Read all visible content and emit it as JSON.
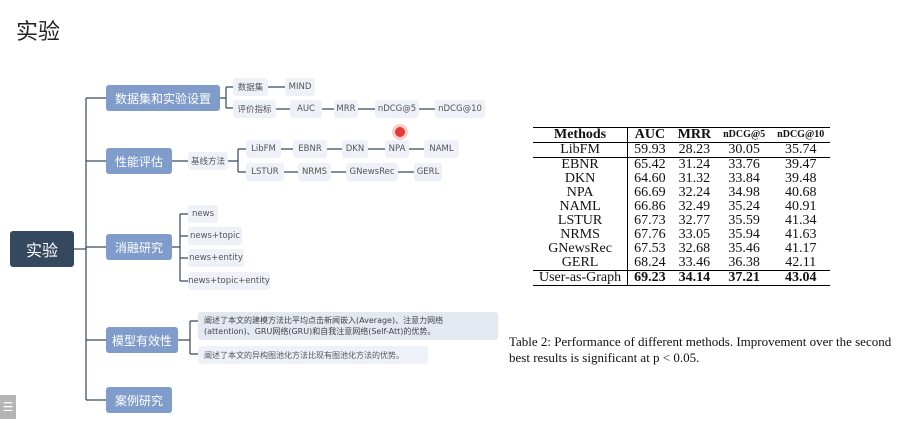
{
  "title": "实验",
  "mindmap": {
    "root": "实验",
    "dataset_node": "数据集和实验设置",
    "dataset_label": "数据集",
    "dataset_value": "MIND",
    "metric_label": "评价指标",
    "metrics": [
      "AUC",
      "MRR",
      "nDCG@5",
      "nDCG@10"
    ],
    "perf_node": "性能评估",
    "baseline_label": "基线方法",
    "baselines_row1": [
      "LibFM",
      "EBNR",
      "DKN",
      "NPA",
      "NAML"
    ],
    "baselines_row2": [
      "LSTUR",
      "NRMS",
      "GNewsRec",
      "GERL"
    ],
    "ablation_node": "消融研究",
    "ablation_items": [
      "news",
      "news+topic",
      "news+entity",
      "news+topic+entity"
    ],
    "model_node": "模型有效性",
    "model_notes": [
      "阐述了本文的建模方法比平均点击新闻嵌入(Average)、注意力网络(attention)、GRU网络(GRU)和自我注意网络(Self-Att)的优势。",
      "阐述了本文的异构图池化方法比现有图池化方法的优势。"
    ],
    "case_node": "案例研究"
  },
  "table": {
    "headers": [
      "Methods",
      "AUC",
      "MRR",
      "nDCG@5",
      "nDCG@10"
    ],
    "rows": [
      [
        "LibFM",
        "59.93",
        "28.23",
        "30.05",
        "35.74"
      ],
      [
        "EBNR",
        "65.42",
        "31.24",
        "33.76",
        "39.47"
      ],
      [
        "DKN",
        "64.60",
        "31.32",
        "33.84",
        "39.48"
      ],
      [
        "NPA",
        "66.69",
        "32.24",
        "34.98",
        "40.68"
      ],
      [
        "NAML",
        "66.86",
        "32.49",
        "35.24",
        "40.91"
      ],
      [
        "LSTUR",
        "67.73",
        "32.77",
        "35.59",
        "41.34"
      ],
      [
        "NRMS",
        "67.76",
        "33.05",
        "35.94",
        "41.63"
      ],
      [
        "GNewsRec",
        "67.53",
        "32.68",
        "35.46",
        "41.17"
      ],
      [
        "GERL",
        "68.24",
        "33.46",
        "36.38",
        "42.11"
      ],
      [
        "User-as-Graph",
        "69.23",
        "34.14",
        "37.21",
        "43.04"
      ]
    ],
    "caption": "Table 2: Performance of different methods. Improvement over the second best results is significant at p < 0.05."
  },
  "colors": {
    "root": "#34495e",
    "main": "#7f9ccb",
    "leaf": "#eef1f7",
    "line": "#34495e"
  }
}
